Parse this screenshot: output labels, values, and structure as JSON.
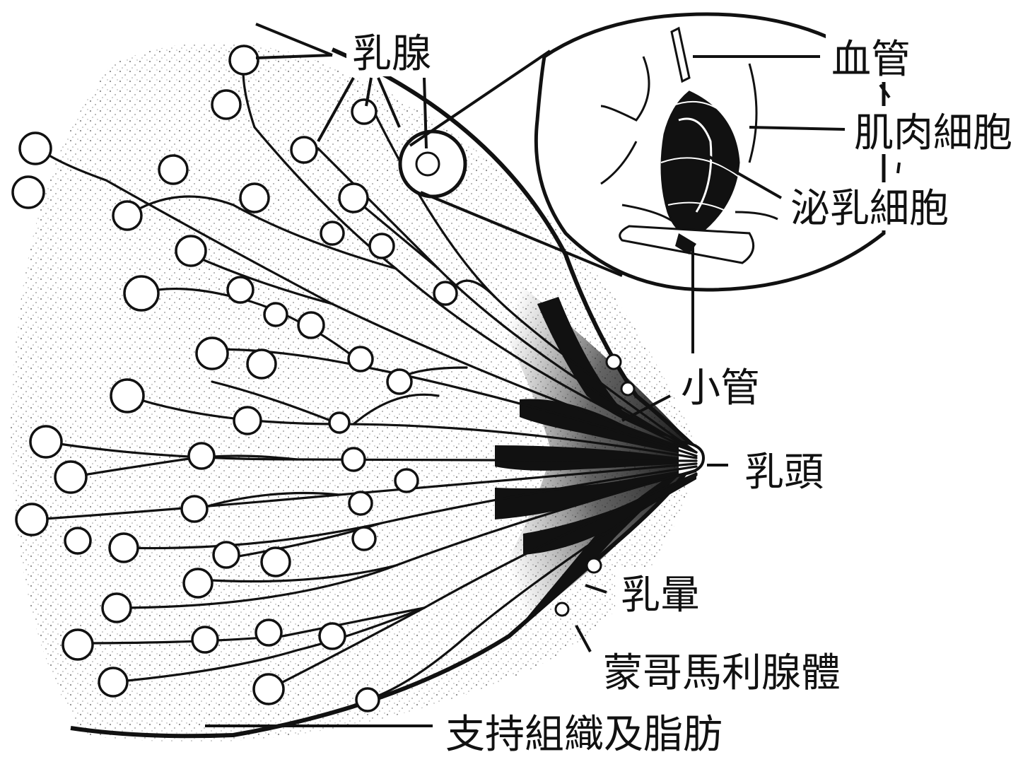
{
  "labels": {
    "mammary_gland": "乳腺",
    "blood_vessel": "血管",
    "muscle_cell": "肌肉細胞",
    "secretory_cell": "泌乳細胞",
    "small_duct": "小管",
    "nipple": "乳頭",
    "areola": "乳暈",
    "montgomery_glands": "蒙哥馬利腺體",
    "support_tissue_fat": "支持組織及脂肪"
  },
  "colors": {
    "ink": "#111111",
    "paper": "#ffffff",
    "stipple": "#8a8a8a"
  }
}
